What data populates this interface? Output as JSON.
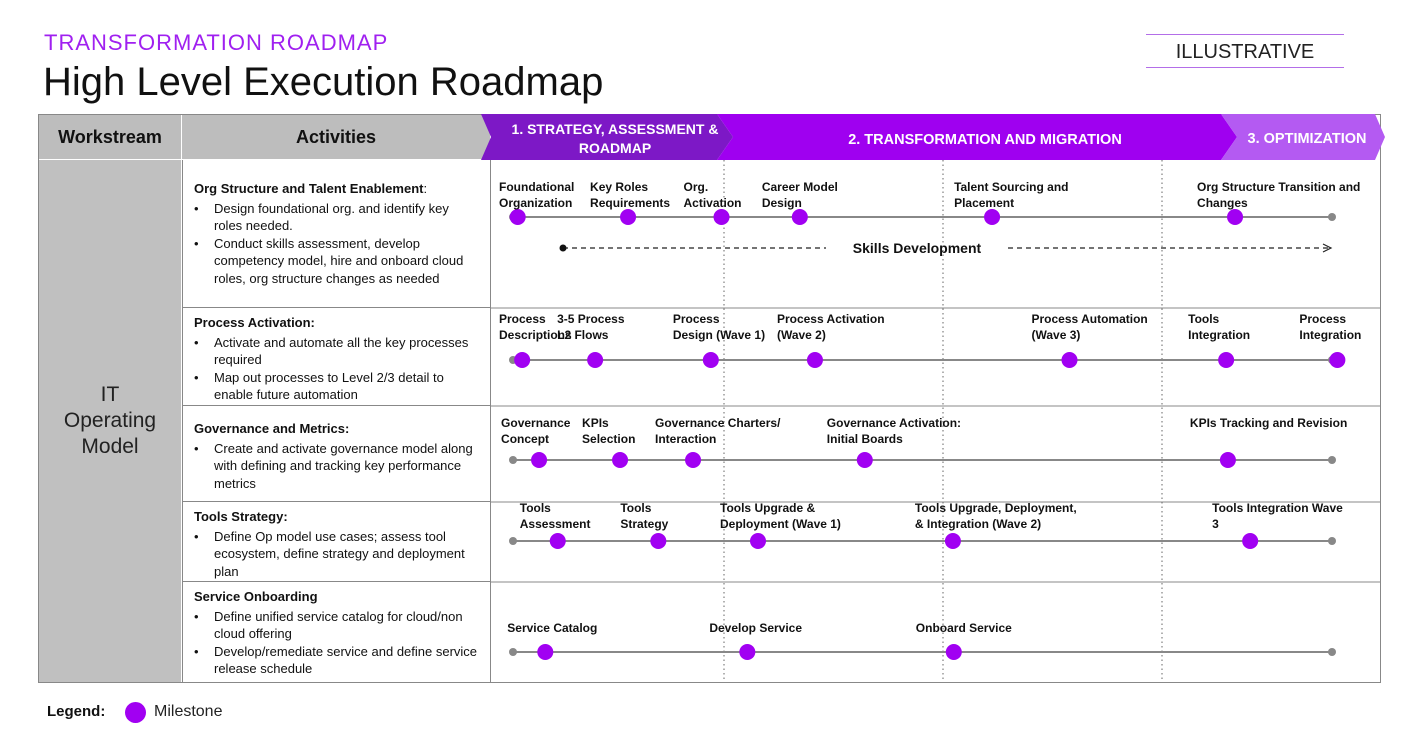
{
  "header": {
    "kicker": "TRANSFORMATION ROADMAP",
    "title": "High Level Execution Roadmap",
    "tag": "ILLUSTRATIVE"
  },
  "table": {
    "workstream_header": "Workstream",
    "activities_header": "Activities",
    "workstream": "IT Operating Model"
  },
  "phases": [
    {
      "label": "1. STRATEGY, ASSESSMENT & ROADMAP",
      "color": "#7d18c6"
    },
    {
      "label": "2. TRANSFORMATION AND MIGRATION",
      "color": "#9f00f0"
    },
    {
      "label": "3. OPTIMIZATION",
      "color": "#b45af2"
    }
  ],
  "colors": {
    "milestone": "#a100f2",
    "track": "#888888",
    "header_gray": "#bdbdbd",
    "accent": "#a020f0"
  },
  "activities": [
    {
      "title": "Org Structure and Talent Enablement",
      "title_suffix": ":",
      "bullets": [
        "Design foundational org. and identify key roles needed.",
        "Conduct skills assessment, develop competency model, hire and onboard cloud roles, org structure changes as needed"
      ]
    },
    {
      "title": "Process Activation:",
      "title_suffix": "",
      "bullets": [
        "Activate and automate all the key processes required",
        "Map out processes to Level 2/3 detail to enable future automation"
      ]
    },
    {
      "title": "Governance and Metrics:",
      "title_suffix": "",
      "bullets": [
        "Create and activate governance model along with defining and tracking key performance metrics"
      ]
    },
    {
      "title": "Tools Strategy:",
      "title_suffix": "",
      "bullets": [
        "Define Op model use cases; assess tool ecosystem, define strategy and deployment plan"
      ]
    },
    {
      "title": "Service Onboarding",
      "title_suffix": "",
      "bullets": [
        "Define unified service catalog for cloud/non cloud offering",
        " Develop/remediate service and define service release schedule"
      ]
    }
  ],
  "skills_development": "Skills Development",
  "lanes": [
    {
      "milestones": [
        {
          "label": "Foundational\nOrganization",
          "pos": 0.03
        },
        {
          "label": "Key Roles\nRequirements",
          "pos": 0.154
        },
        {
          "label": "Org.\nActivation",
          "pos": 0.259
        },
        {
          "label": "Career Model\nDesign",
          "pos": 0.347
        },
        {
          "label": "Talent Sourcing and\nPlacement",
          "pos": 0.563
        },
        {
          "label": "Org Structure Transition and\nChanges",
          "pos": 0.836
        }
      ]
    },
    {
      "milestones": [
        {
          "label": "Process\nDescriptions",
          "pos": 0.035
        },
        {
          "label": "3-5 Process\nL2 Flows",
          "pos": 0.117
        },
        {
          "label": "Process\nDesign (Wave 1)",
          "pos": 0.247
        },
        {
          "label": "Process Activation\n(Wave 2)",
          "pos": 0.364
        },
        {
          "label": "Process Automation\n(Wave 3)",
          "pos": 0.65
        },
        {
          "label": "Tools\nIntegration",
          "pos": 0.826
        },
        {
          "label": "Process\nIntegration",
          "pos": 0.951
        }
      ]
    },
    {
      "milestones": [
        {
          "label": "Governance\nConcept",
          "pos": 0.054
        },
        {
          "label": "KPIs\nSelection",
          "pos": 0.145
        },
        {
          "label": "Governance Charters/\nInteraction",
          "pos": 0.227
        },
        {
          "label": "Governance Activation:\nInitial Boards",
          "pos": 0.42
        },
        {
          "label": "KPIs Tracking and Revision",
          "pos": 0.828
        }
      ]
    },
    {
      "milestones": [
        {
          "label": "Tools\nAssessment",
          "pos": 0.075
        },
        {
          "label": "Tools\nStrategy",
          "pos": 0.188
        },
        {
          "label": "Tools Upgrade &\nDeployment (Wave 1)",
          "pos": 0.3
        },
        {
          "label": "Tools Upgrade, Deployment,\n& Integration (Wave 2)",
          "pos": 0.519
        },
        {
          "label": "Tools Integration Wave\n3",
          "pos": 0.853
        }
      ]
    },
    {
      "milestones": [
        {
          "label": "Service Catalog",
          "pos": 0.061
        },
        {
          "label": "Develop Service",
          "pos": 0.288
        },
        {
          "label": "Onboard Service",
          "pos": 0.52
        }
      ]
    }
  ],
  "legend": {
    "label": "Legend:",
    "milestone": "Milestone"
  }
}
